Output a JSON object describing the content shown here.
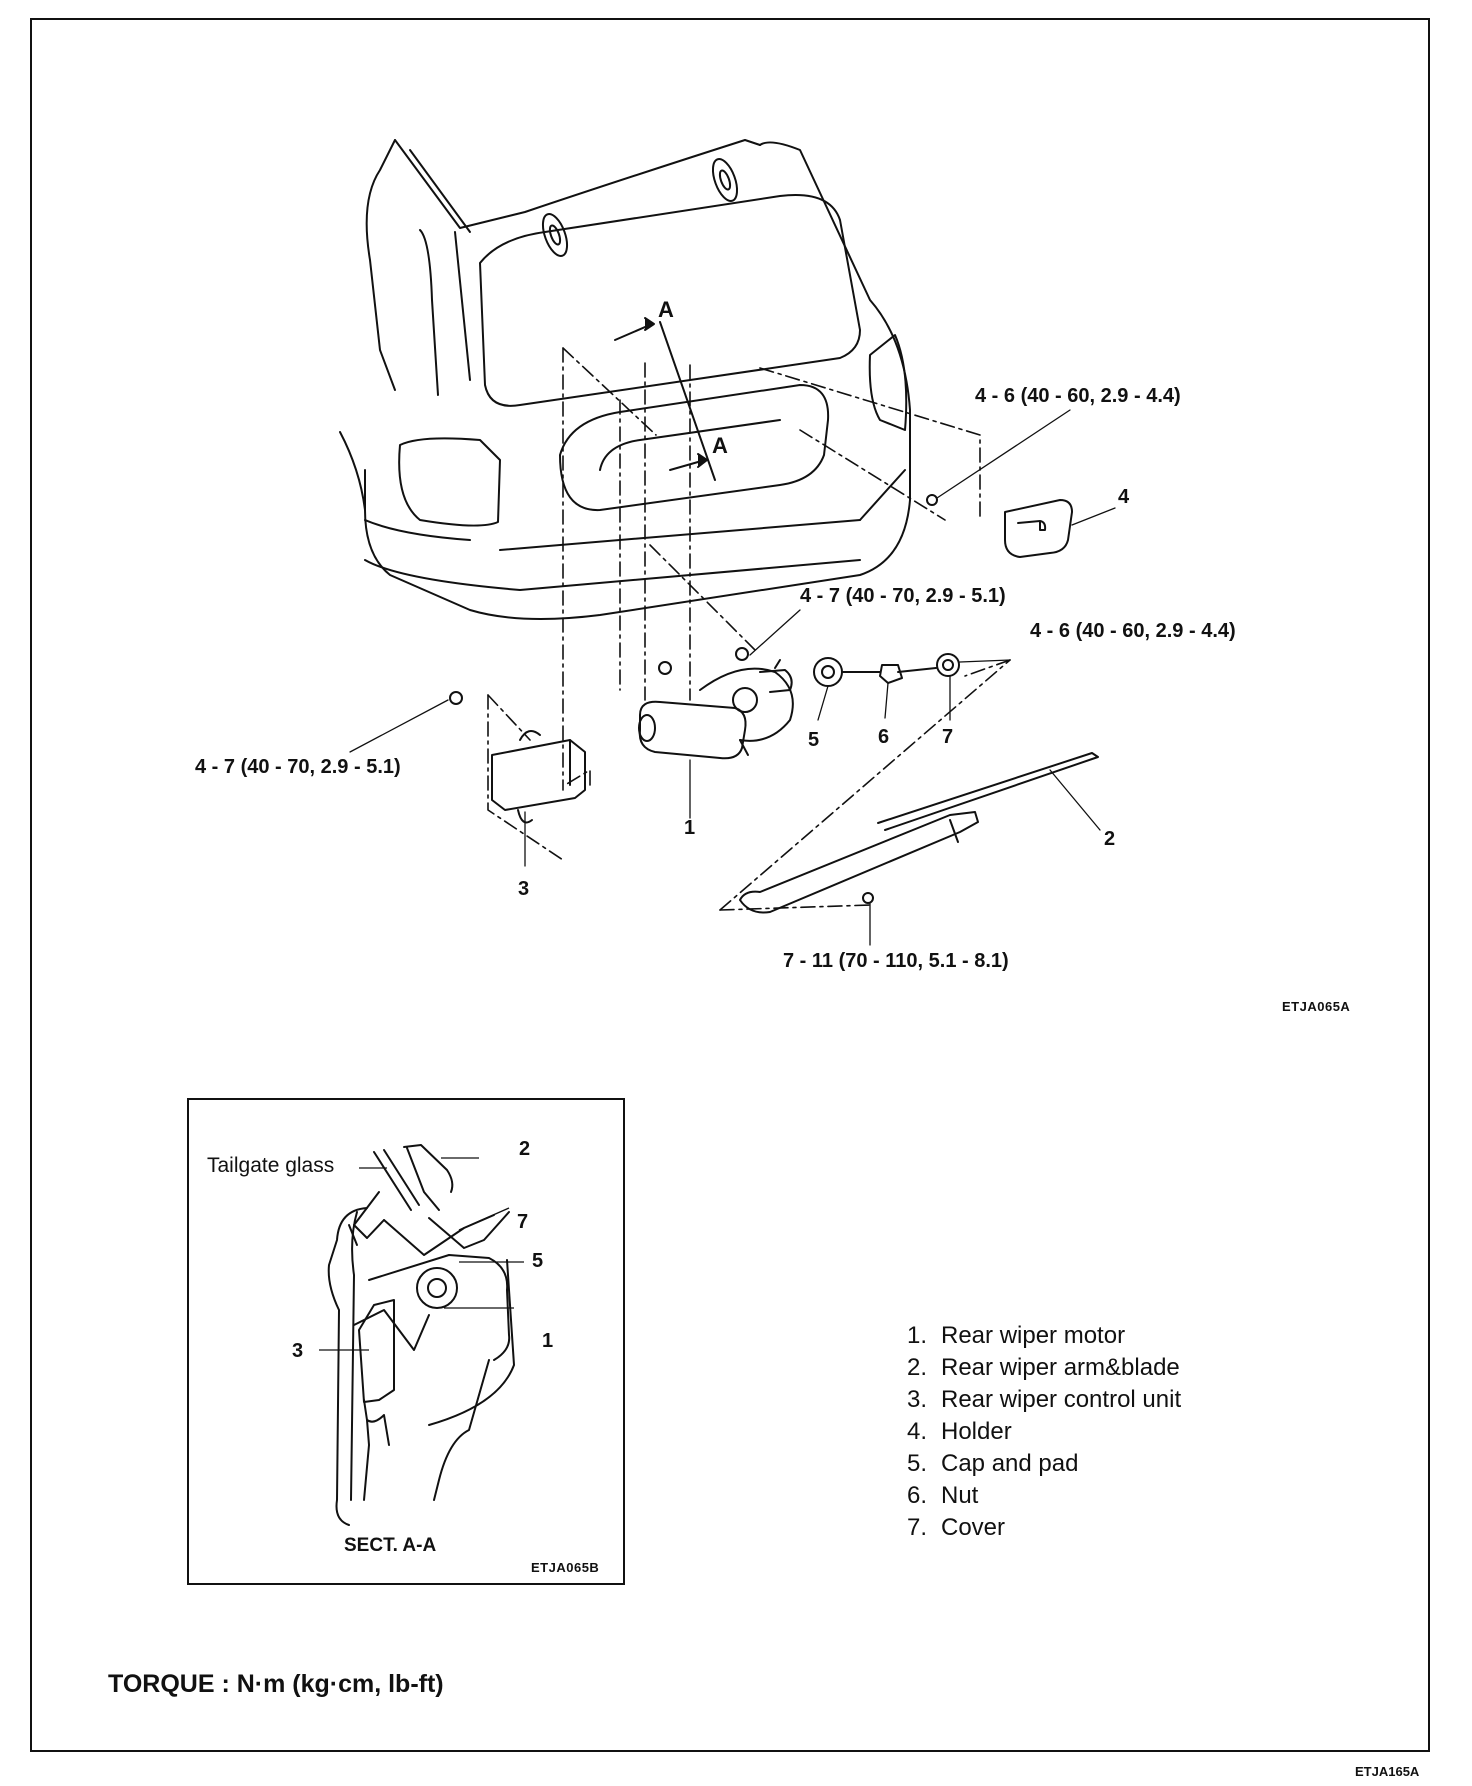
{
  "torque_labels": {
    "holder_nut": "4 - 6 (40 - 60, 2.9 - 4.4)",
    "motor_bolt": "4 - 7 (40 - 70, 2.9 - 5.1)",
    "cover_nut": "4 - 6 (40 - 60, 2.9 - 4.4)",
    "control_unit_bolt": "4 - 7 (40 - 70, 2.9 - 5.1)",
    "arm_nut": "7 - 11 (70 - 110, 5.1 - 8.1)"
  },
  "section_marks": {
    "upper": "A",
    "lower": "A"
  },
  "callouts": {
    "n1": "1",
    "n2": "2",
    "n3": "3",
    "n4": "4",
    "n5": "5",
    "n6": "6",
    "n7": "7"
  },
  "figure_codes": {
    "main": "ETJA065A",
    "inset": "ETJA065B",
    "page": "ETJA165A"
  },
  "inset": {
    "tailgate_label": "Tailgate glass",
    "section_title": "SECT. A-A",
    "callouts": {
      "n1": "1",
      "n2": "2",
      "n3": "3",
      "n5": "5",
      "n7": "7"
    }
  },
  "legend": [
    {
      "num": "1.",
      "text": "Rear wiper motor"
    },
    {
      "num": "2.",
      "text": "Rear wiper arm&blade"
    },
    {
      "num": "3.",
      "text": "Rear wiper control unit"
    },
    {
      "num": "4.",
      "text": "Holder"
    },
    {
      "num": "5.",
      "text": "Cap and pad"
    },
    {
      "num": "6.",
      "text": "Nut"
    },
    {
      "num": "7.",
      "text": "Cover"
    }
  ],
  "torque_unit": "TORQUE : N·m (kg·cm, lb-ft)"
}
